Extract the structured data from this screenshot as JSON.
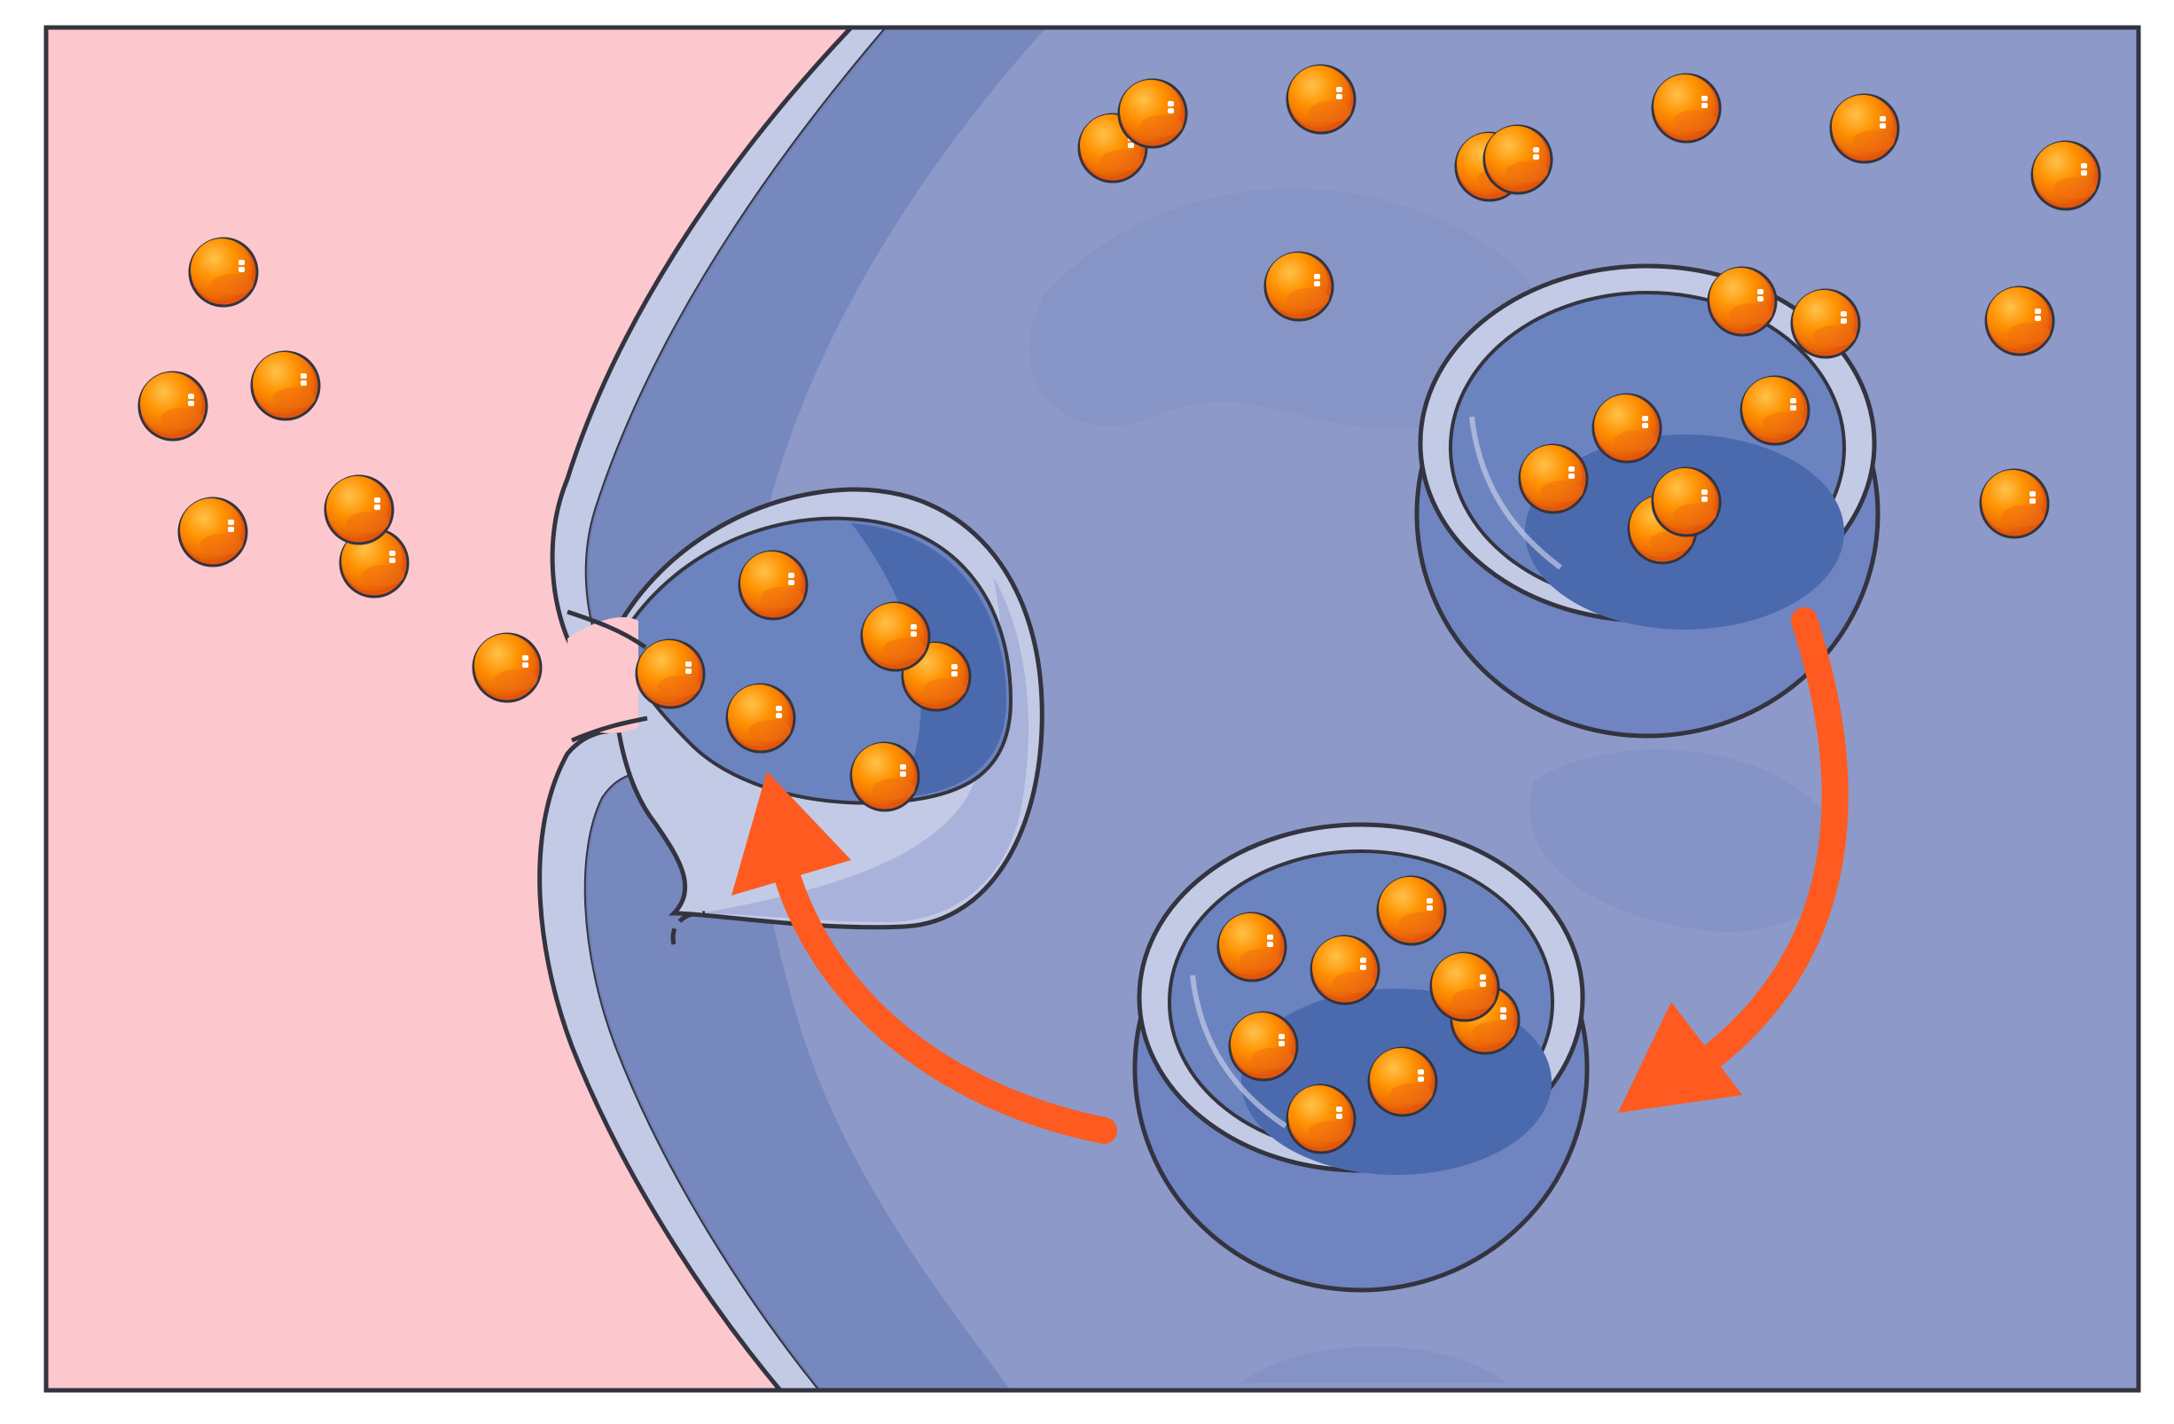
{
  "diagram": {
    "kind": "exocytosis-illustration",
    "labels": [],
    "colors": {
      "extracellular": "#fcc7cd",
      "cytoplasm": "#8d99c8",
      "membrane_fill": "#c3cae6",
      "membrane_dark": "#7386bd",
      "vesicle_lumen": "#6b83bf",
      "vesicle_lumen_deep": "#4b6aae",
      "outline": "#33343f",
      "particle": "#ff8a00",
      "particle_shadow": "#e2560b",
      "arrow": "#ff5a1f"
    },
    "parts": [
      "extracellular-space",
      "plasma-membrane",
      "cytoplasm",
      "fusing-vesicle",
      "free-vesicle",
      "transport-vesicle",
      "secretory-particles",
      "transport-arrows"
    ]
  }
}
